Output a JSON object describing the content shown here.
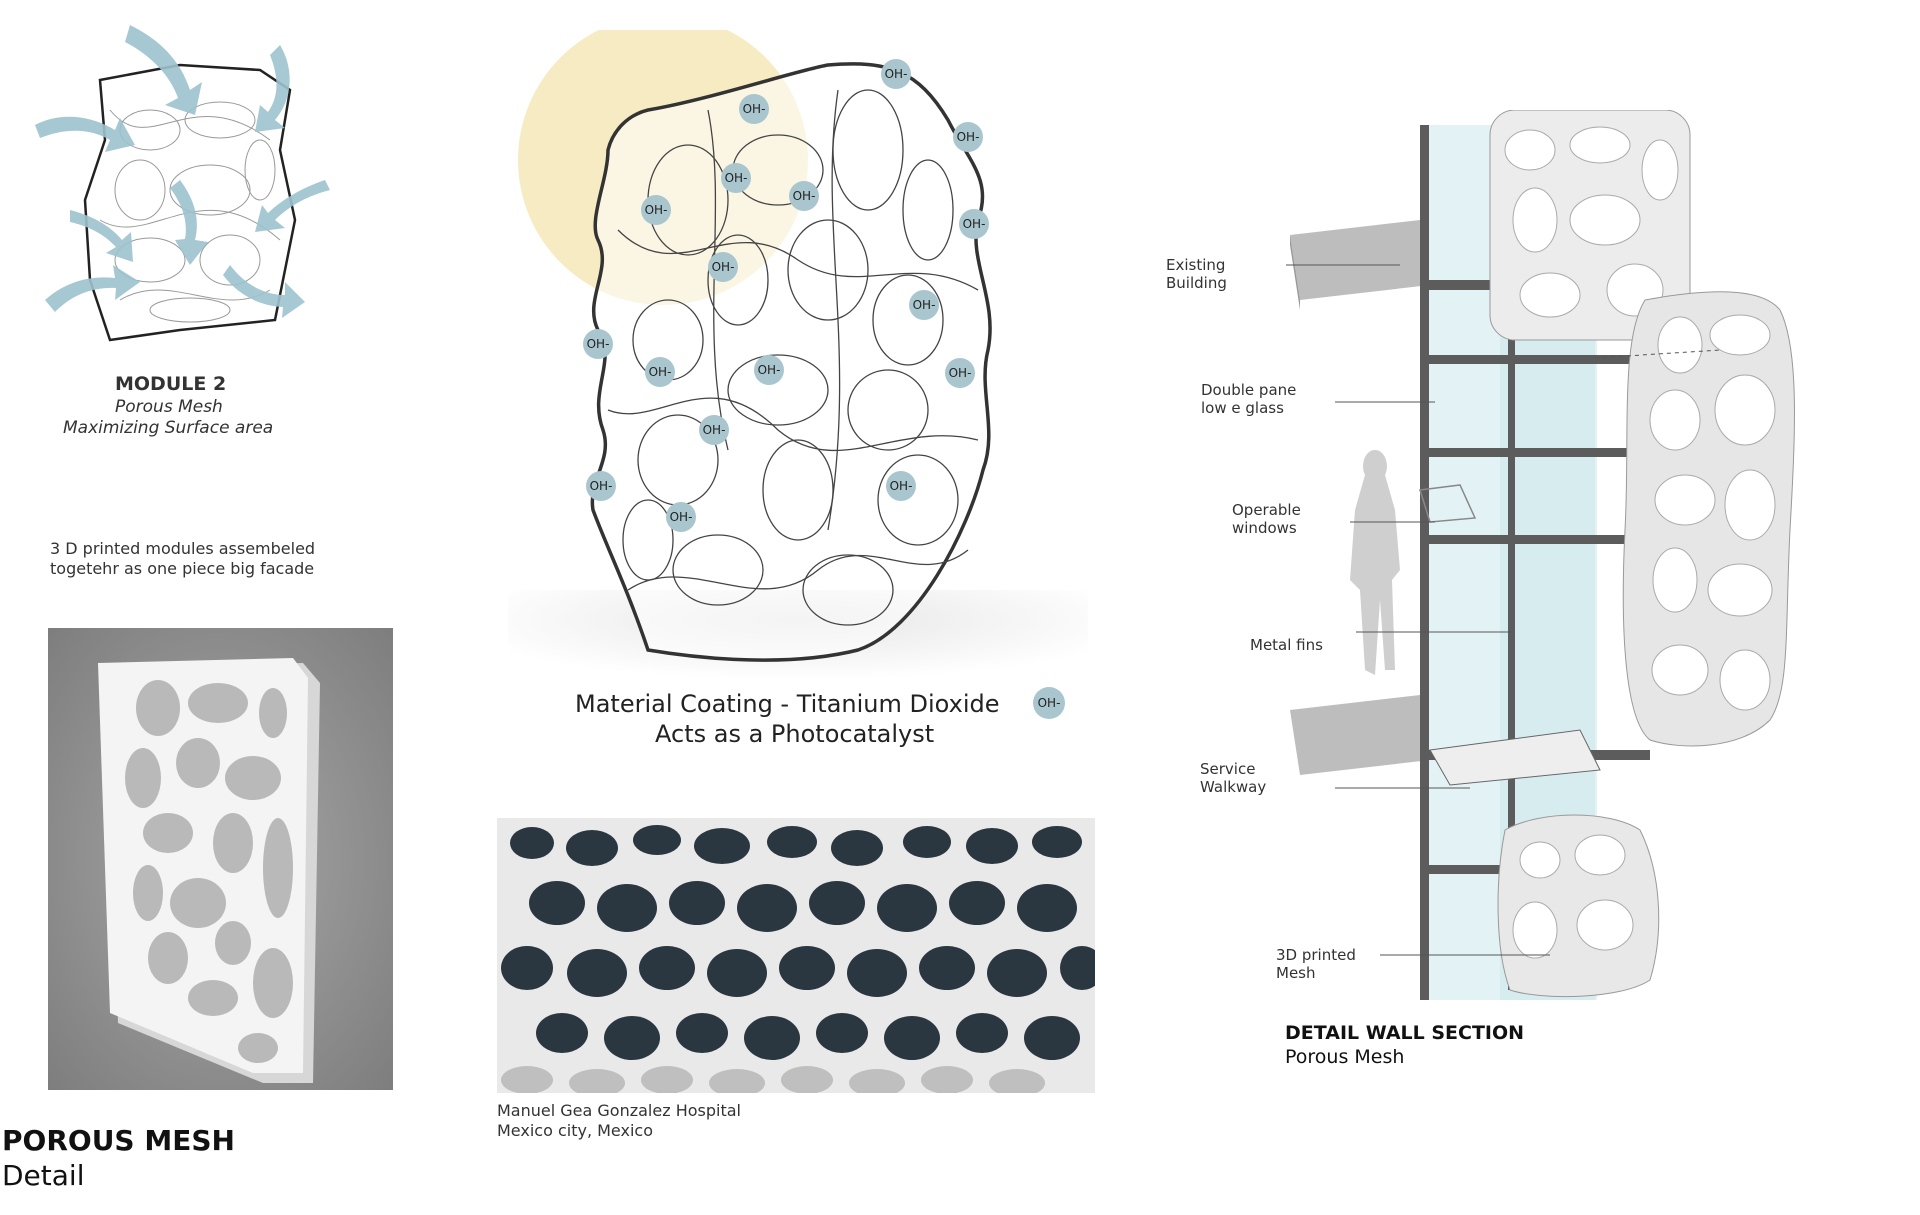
{
  "module": {
    "title": "MODULE 2",
    "subtitle": "Porous Mesh",
    "subtitle2": "Maximizing Surface area"
  },
  "assembly_note": {
    "line1": "3 D printed modules assembeled",
    "line2": "togetehr as one piece big facade"
  },
  "page_title": {
    "main": "POROUS MESH",
    "sub": "Detail"
  },
  "coating": {
    "line1": "Material Coating - Titanium Dioxide",
    "line2": "Acts as a Photocatalyst",
    "ion": "OH-"
  },
  "hospital": {
    "line1": "Manuel Gea Gonzalez Hospital",
    "line2": "Mexico city, Mexico"
  },
  "wall_section": {
    "title": "DETAIL WALL SECTION",
    "subtitle": "Porous Mesh",
    "labels": {
      "existing_1": "Existing",
      "existing_2": "Building",
      "glass_1": "Double pane",
      "glass_2": "low e glass",
      "windows_1": "Operable",
      "windows_2": "windows",
      "fins": "Metal fins",
      "walkway_1": "Service",
      "walkway_2": "Walkway",
      "mesh_1": "3D printed",
      "mesh_2": "Mesh"
    }
  },
  "colors": {
    "arrow": "#9cc3cf",
    "sun": "#f6ebc2",
    "ion_bubble": "#a9c6cf",
    "render_bg": "#8f8f8f",
    "glass": "#e3f3f5",
    "steel": "#5c5c5c"
  }
}
